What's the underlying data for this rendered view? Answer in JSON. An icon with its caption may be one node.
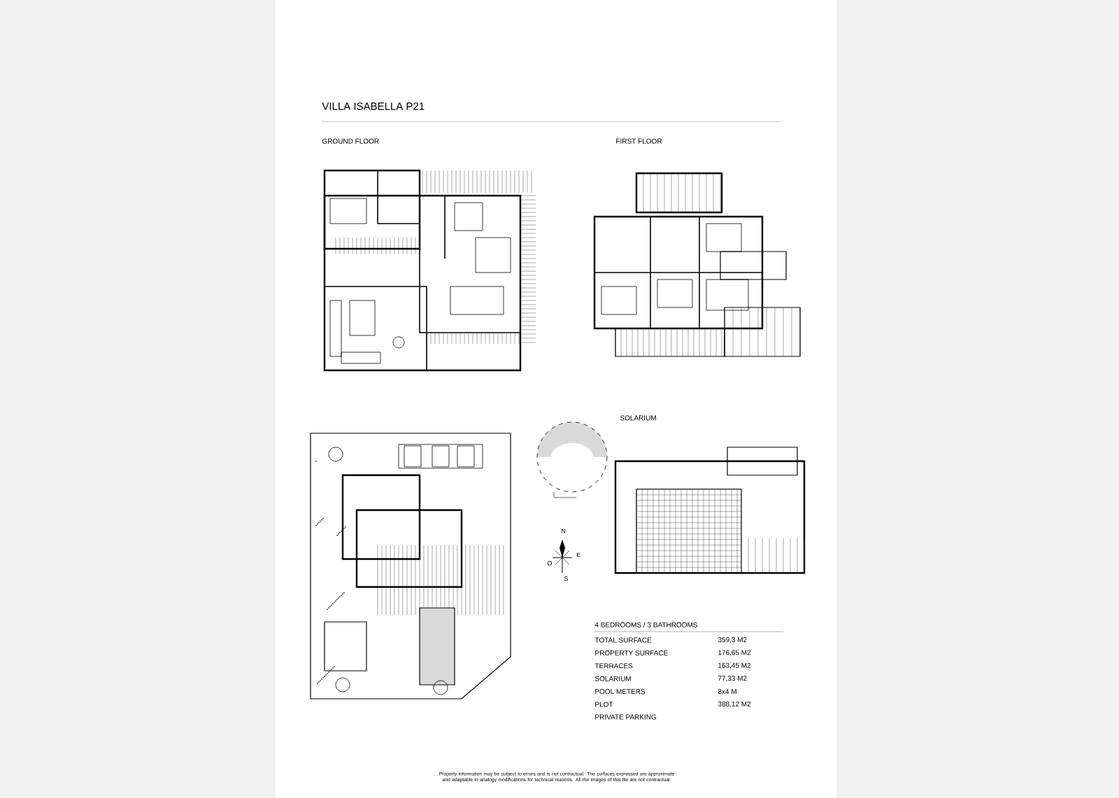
{
  "diagram": {
    "title": "VILLA ISABELLA P21",
    "labels": [
      "GROUND FLOOR",
      "FIRST FLOOR",
      "SOLARIUM",
      "N",
      "O",
      "E",
      "S",
      "4 BEDROOMS / 3 BATHROOMS",
      "TOTAL SURFACE",
      "359,3 M2",
      "PROPERTY SURFACE",
      "176,65 M2",
      "TERRACES",
      "163,45 M2",
      "SOLARIUM",
      "77,33 M2",
      "POOL METERS",
      "8x4 M",
      "PLOT",
      "388,12 M2",
      "PRIVATE PARKING",
      "Property information may be subject to errors and is not contractual. The surfaces expressed are approximate and adaptable to analogy modifications for technical reasons. All the images of this file are not contractual."
    ]
  }
}
